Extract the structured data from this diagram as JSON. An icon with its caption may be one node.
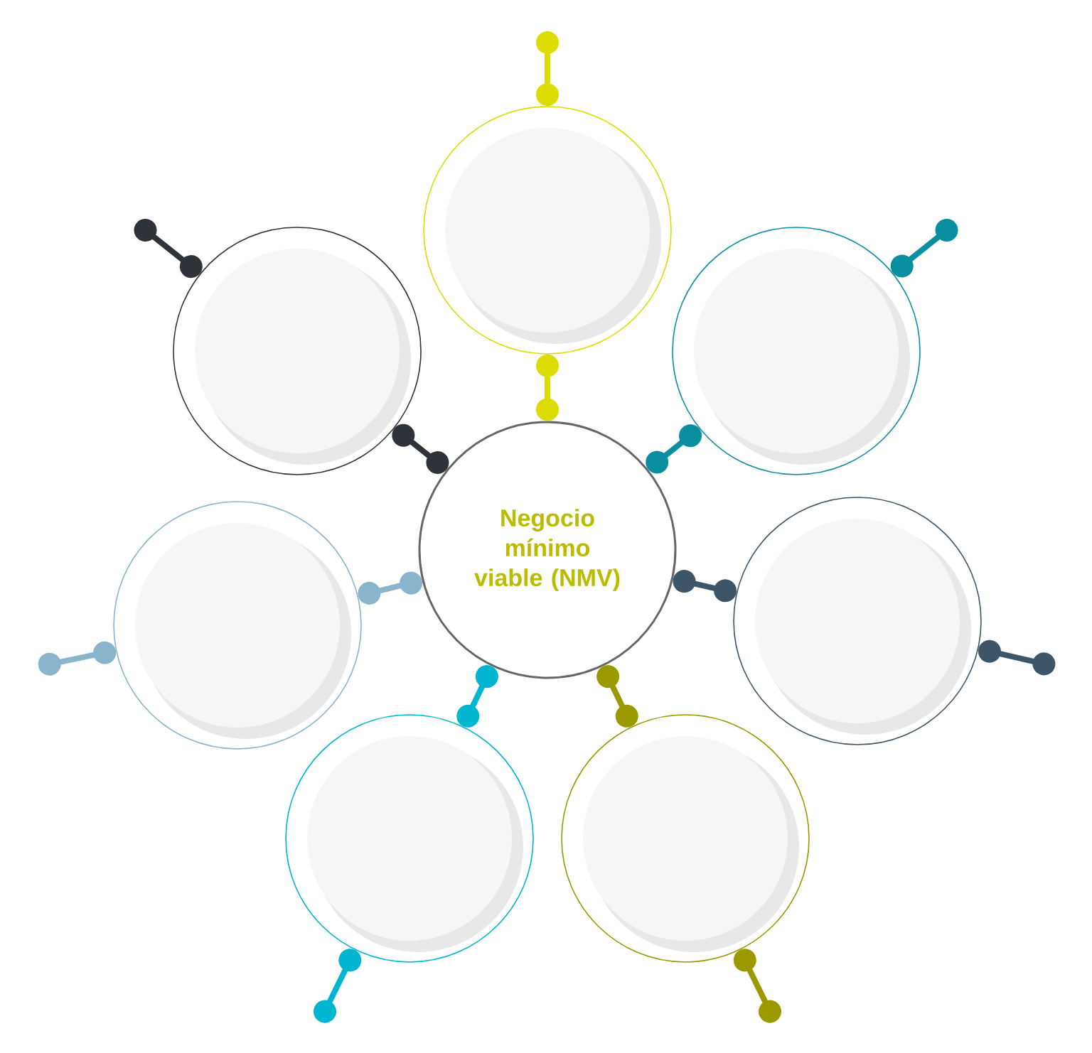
{
  "diagram": {
    "nodes": [
      {
        "text": [
          "Negocio mínimo viable (NMV)"
        ]
      },
      {
        "text": [],
        "shape": "circle"
      },
      {
        "text": [],
        "shape": "circle"
      },
      {
        "text": [],
        "shape": "circle"
      },
      {
        "text": [],
        "shape": "circle"
      },
      {
        "text": [],
        "shape": "circle"
      },
      {
        "text": [],
        "shape": "circle"
      },
      {
        "text": [],
        "shape": "circle"
      }
    ],
    "edges": [
      {
        "from": 0,
        "to": 1,
        "arrow": "other",
        "color": "#dcdc00"
      },
      {
        "from": 0,
        "to": 2,
        "arrow": "other",
        "color": "#0a8fa0"
      },
      {
        "from": 0,
        "to": 3,
        "arrow": "other",
        "color": "#3d5566"
      },
      {
        "from": 0,
        "to": 4,
        "arrow": "other",
        "color": "#9a9a00"
      },
      {
        "from": 0,
        "to": 5,
        "arrow": "other",
        "color": "#00b5cf"
      },
      {
        "from": 0,
        "to": 6,
        "arrow": "other",
        "color": "#8ab4cc"
      },
      {
        "from": 0,
        "to": 7,
        "arrow": "other",
        "color": "#2d3338"
      },
      {
        "from": 1,
        "to": null,
        "arrow": "other",
        "color": "#dcdc00"
      },
      {
        "from": 2,
        "to": null,
        "arrow": "other",
        "color": "#0a8fa0"
      },
      {
        "from": 3,
        "to": null,
        "arrow": "other",
        "color": "#3d5566"
      },
      {
        "from": 4,
        "to": null,
        "arrow": "other",
        "color": "#9a9a00"
      },
      {
        "from": 5,
        "to": null,
        "arrow": "other",
        "color": "#00b5cf"
      },
      {
        "from": 6,
        "to": null,
        "arrow": "other",
        "color": "#8ab4cc"
      },
      {
        "from": 7,
        "to": null,
        "arrow": "other",
        "color": "#2d3338"
      }
    ]
  }
}
